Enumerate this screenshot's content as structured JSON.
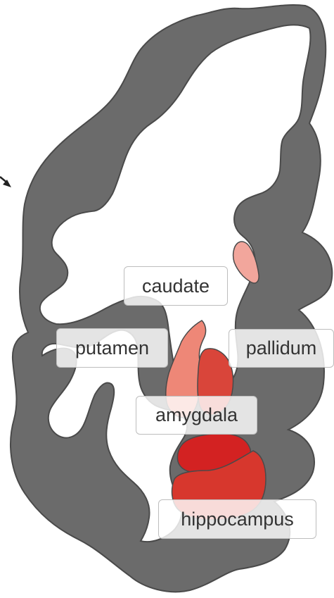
{
  "diagram": {
    "colors": {
      "cortex": "#6b6b6b",
      "outline": "#4a4a4a",
      "caudate": "#f2a69c",
      "putamen": "#ee8777",
      "pallidum": "#d9453a",
      "amygdala": "#d32222",
      "hippocampus": "#d7372d"
    },
    "labels": {
      "caudate": "caudate",
      "putamen": "putamen",
      "pallidum": "pallidum",
      "amygdala": "amygdala",
      "hippocampus": "hippocampus"
    }
  }
}
